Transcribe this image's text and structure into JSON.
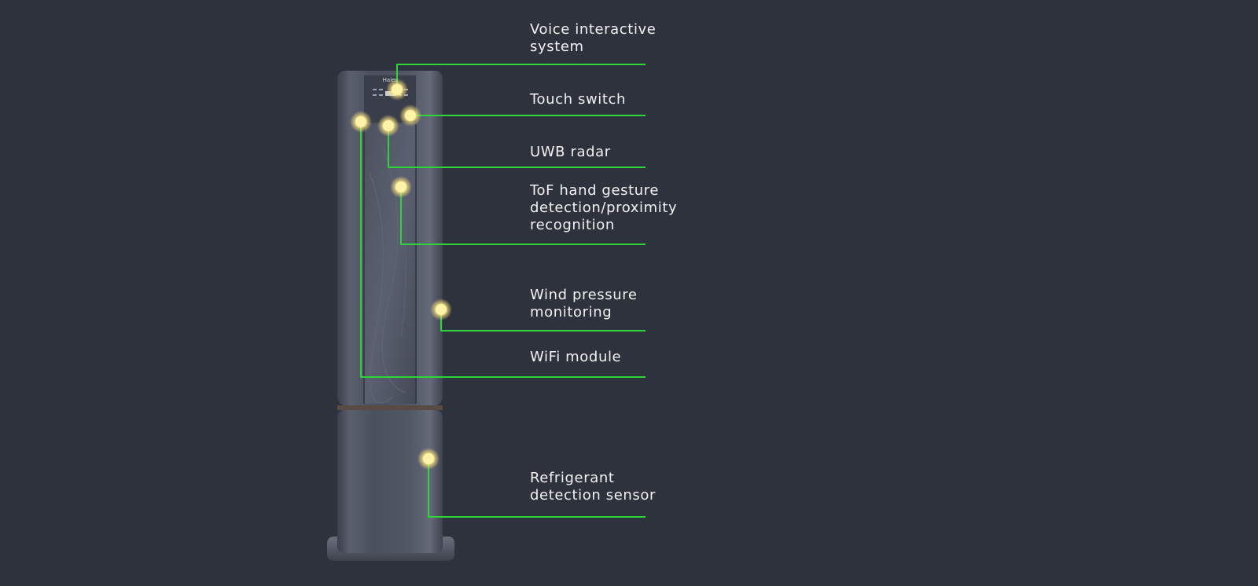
{
  "colors": {
    "background": "#2e323d",
    "leader_line": "#2fd33a",
    "sensor_glow": "#fff3a8",
    "text": "#f2f2f2",
    "unit_body": "#4b505f"
  },
  "product": {
    "brand_mark": "Haier"
  },
  "callouts": [
    {
      "id": "voice",
      "lines": [
        "Voice interactive",
        "system"
      ]
    },
    {
      "id": "touch",
      "lines": [
        "Touch switch"
      ]
    },
    {
      "id": "uwb",
      "lines": [
        "UWB radar"
      ]
    },
    {
      "id": "tof",
      "lines": [
        "ToF hand gesture",
        "detection/proximity",
        "recognition"
      ]
    },
    {
      "id": "wind",
      "lines": [
        "Wind pressure",
        "monitoring"
      ]
    },
    {
      "id": "wifi",
      "lines": [
        "WiFi module"
      ]
    },
    {
      "id": "refrigerant",
      "lines": [
        "Refrigerant",
        "detection sensor"
      ]
    }
  ]
}
